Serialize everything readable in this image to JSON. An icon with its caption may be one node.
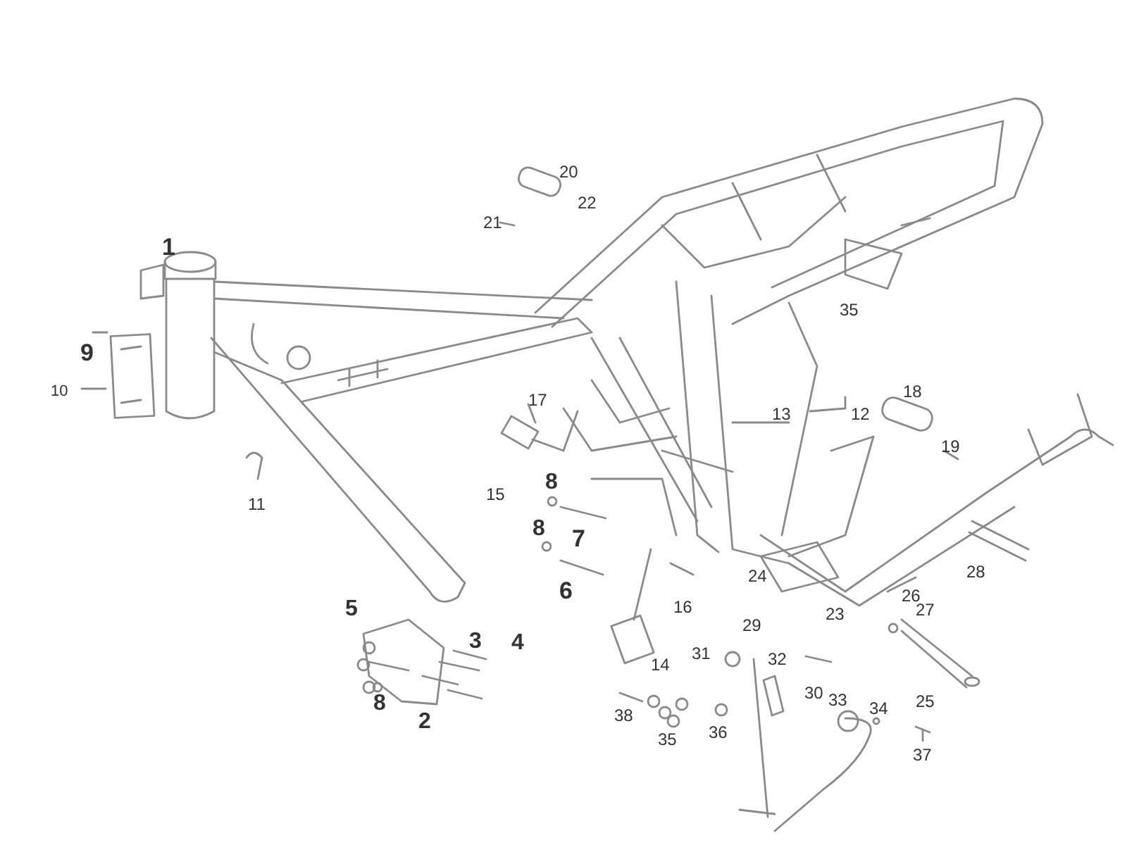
{
  "diagram": {
    "labels": [
      "20",
      "22",
      "21",
      "1",
      "35",
      "9",
      "18",
      "10",
      "17",
      "13",
      "12",
      "19",
      "8",
      "15",
      "11",
      "8",
      "7",
      "28",
      "24",
      "6",
      "26",
      "16",
      "27",
      "23",
      "5",
      "29",
      "3",
      "4",
      "14",
      "31",
      "32",
      "30",
      "33",
      "8",
      "25",
      "34",
      "38",
      "2",
      "35",
      "36",
      "37"
    ]
  }
}
